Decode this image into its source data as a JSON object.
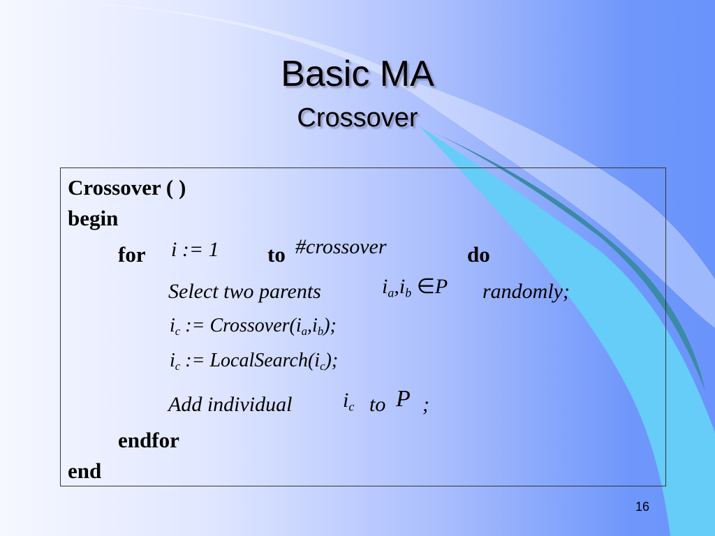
{
  "slide": {
    "title": "Basic MA",
    "subtitle": "Crossover",
    "page_number": "16"
  },
  "code": {
    "header": "Crossover ( )",
    "begin": "begin",
    "for_kw": "for",
    "for_var": "i := 1",
    "to_kw": "to",
    "for_limit": "#crossover",
    "do_kw": "do",
    "select_text": "Select two parents",
    "select_math": "i",
    "select_end": "randomly;",
    "crossover_lhs": "i",
    "crossover_expr": ":= Crossover(",
    "localsearch_lhs": "i",
    "localsearch_expr": ":= LocalSearch(",
    "add_text": "Add individual",
    "add_to": "to",
    "add_end": ";",
    "endfor": "endfor",
    "end": "end"
  },
  "colors": {
    "background_left": "#f6f8ff",
    "background_right": "#6a94fb",
    "swoosh_teal": "#3b8aa6",
    "swoosh_cyan": "#66ccf8"
  }
}
